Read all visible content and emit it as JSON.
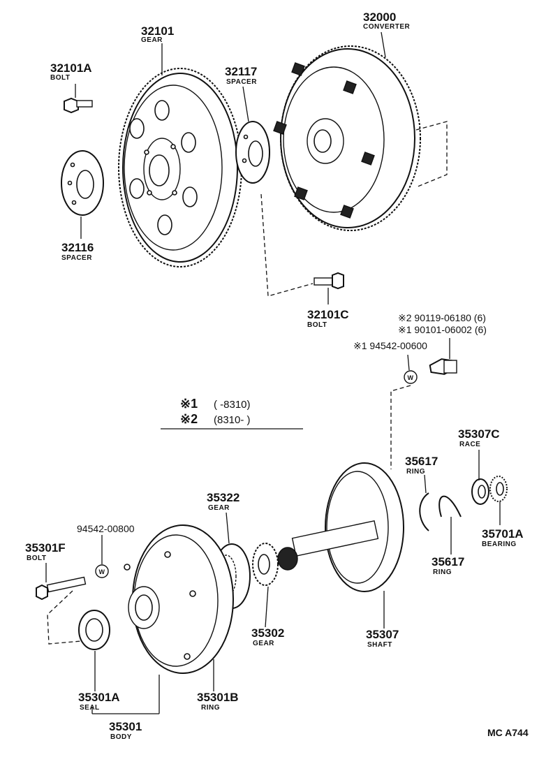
{
  "parts": {
    "gear_32101": {
      "number": "32101",
      "name": "GEAR"
    },
    "bolt_32101A": {
      "number": "32101A",
      "name": "BOLT"
    },
    "spacer_32116": {
      "number": "32116",
      "name": "SPACER"
    },
    "spacer_32117": {
      "number": "32117",
      "name": "SPACER"
    },
    "converter_32000": {
      "number": "32000",
      "name": "CONVERTER"
    },
    "bolt_32101C": {
      "number": "32101C",
      "name": "BOLT"
    },
    "race_35307C": {
      "number": "35307C",
      "name": "RACE"
    },
    "ring_35617_upper": {
      "number": "35617",
      "name": "RING"
    },
    "ring_35617_lower": {
      "number": "35617",
      "name": "RING"
    },
    "bearing_35701A": {
      "number": "35701A",
      "name": "BEARING"
    },
    "gear_35322": {
      "number": "35322",
      "name": "GEAR"
    },
    "bolt_35301F": {
      "number": "35301F",
      "name": "BOLT"
    },
    "gear_35302": {
      "number": "35302",
      "name": "GEAR"
    },
    "shaft_35307": {
      "number": "35307",
      "name": "SHAFT"
    },
    "seal_35301A": {
      "number": "35301A",
      "name": "SEAL"
    },
    "ring_35301B": {
      "number": "35301B",
      "name": "RING"
    },
    "body_35301": {
      "number": "35301",
      "name": "BODY"
    }
  },
  "washers": {
    "washer_94542_00800": {
      "number": "94542-00800",
      "symbol": "W"
    },
    "washer_94542_00600": {
      "number": "※1 94542-00600",
      "symbol": "W"
    }
  },
  "notes": {
    "bolt_alt_2": "※2 90119-06180 (6)",
    "bolt_alt_1": "※1 90101-06002 (6)"
  },
  "legend": {
    "row1_mark": "※1",
    "row1_range": "(       -8310)",
    "row2_mark": "※2",
    "row2_range": "(8310-        )"
  },
  "diagram_code": "MC A744"
}
